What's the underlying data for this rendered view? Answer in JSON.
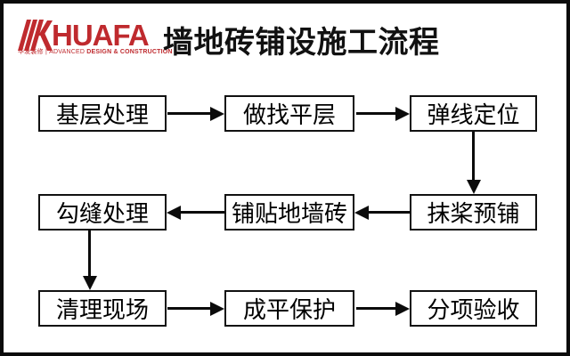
{
  "slide": {
    "background": "#ffffff",
    "border_color": "#0b0b0b"
  },
  "logo": {
    "brand": "HUAFA",
    "brand_color": "#bf2a2e",
    "tagline_cn": "华发装修",
    "tagline_divider": "|",
    "tagline_en_regular": "ADVANCED",
    "tagline_en_bold": "DESIGN & CONSTRUCTION"
  },
  "title": "墙地砖铺设施工流程",
  "flowchart": {
    "nodes": [
      {
        "label": "基层处理"
      },
      {
        "label": "做找平层"
      },
      {
        "label": "弹线定位"
      },
      {
        "label": "抹桨预铺"
      },
      {
        "label": "铺贴地墙砖"
      },
      {
        "label": "勾缝处理"
      },
      {
        "label": "清理现场"
      },
      {
        "label": "成平保护"
      },
      {
        "label": "分项验收"
      }
    ],
    "connections": [
      {
        "from": "基层处理",
        "to": "做找平层",
        "direction": "right"
      },
      {
        "from": "做找平层",
        "to": "弹线定位",
        "direction": "right"
      },
      {
        "from": "弹线定位",
        "to": "抹桨预铺",
        "direction": "down"
      },
      {
        "from": "抹桨预铺",
        "to": "铺贴地墙砖",
        "direction": "left"
      },
      {
        "from": "铺贴地墙砖",
        "to": "勾缝处理",
        "direction": "left"
      },
      {
        "from": "勾缝处理",
        "to": "清理现场",
        "direction": "down"
      },
      {
        "from": "清理现场",
        "to": "成平保护",
        "direction": "right"
      },
      {
        "from": "成平保护",
        "to": "分项验收",
        "direction": "right"
      }
    ]
  }
}
